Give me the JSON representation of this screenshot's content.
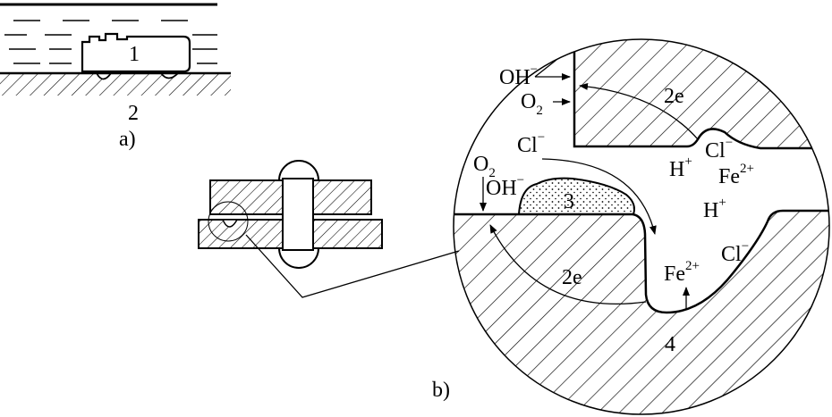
{
  "figure_a": {
    "caption": "a)",
    "label_deposit": "1",
    "label_metal": "2"
  },
  "figure_b": {
    "caption": "b)",
    "label_deposit": "3",
    "label_pit": "4",
    "species": {
      "oh_top": "OH",
      "oh_top_sup": "−",
      "o2_top": "O",
      "o2_top_sub": "2",
      "electrons_top": "2e",
      "cl_left": "Cl",
      "cl_left_sup": "−",
      "cl_crevice": "Cl",
      "cl_crevice_sup": "−",
      "h_plus_1": "H",
      "h_plus_1_sup": "+",
      "fe_1": "Fe",
      "fe_1_sup": "2+",
      "h_plus_2": "H",
      "h_plus_2_sup": "+",
      "o2_left": "O",
      "o2_left_sub": "2",
      "oh_left": "OH",
      "oh_left_sup": "−",
      "electrons_bottom": "2e",
      "fe_2": "Fe",
      "fe_2_sup": "2+",
      "cl_right": "Cl",
      "cl_right_sup": "−"
    }
  }
}
